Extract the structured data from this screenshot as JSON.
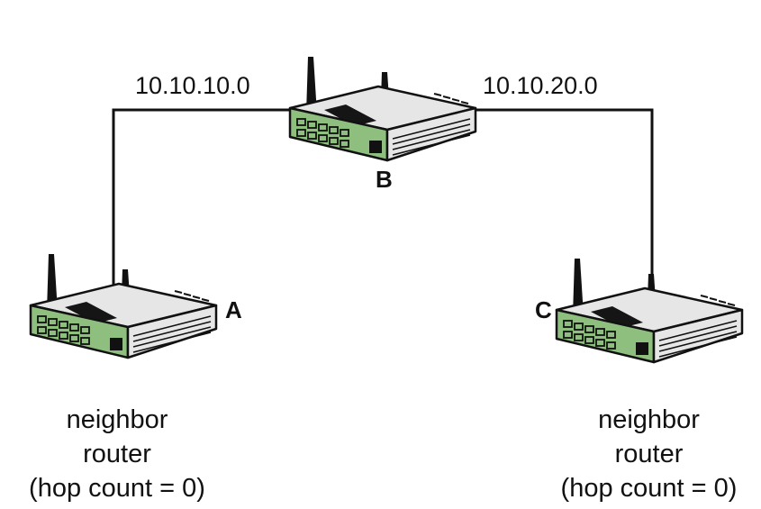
{
  "diagram": {
    "networks": {
      "left": "10.10.10.0",
      "right": "10.10.20.0"
    },
    "routers": {
      "a": {
        "letter": "A",
        "caption_line1": "neighbor",
        "caption_line2": "router",
        "caption_line3": "(hop count = 0)"
      },
      "b": {
        "letter": "B"
      },
      "c": {
        "letter": "C",
        "caption_line1": "neighbor",
        "caption_line2": "router",
        "caption_line3": "(hop count = 0)"
      }
    },
    "colors": {
      "router_front": "#8fbf7f",
      "router_body": "#e6e6e6",
      "router_top_panel": "#151515",
      "outline": "#111111",
      "link": "#111111"
    }
  }
}
